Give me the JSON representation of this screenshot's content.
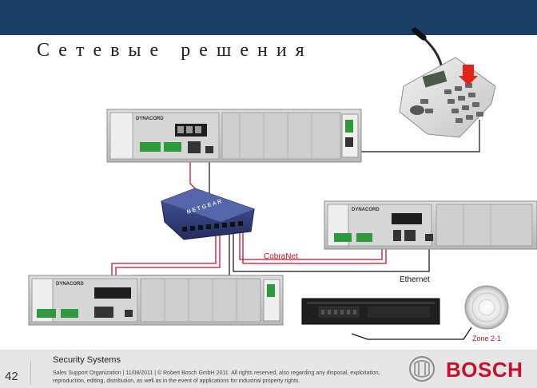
{
  "slide": {
    "title": "Сетевые решения",
    "page_number": "42"
  },
  "labels": {
    "cobranet": "CobraNet",
    "ethernet": "Ethernet",
    "zone": "Zone 2-1"
  },
  "devices": {
    "brand_text": "DYNACORD"
  },
  "footer": {
    "title": "Security Systems",
    "legal": "Sales Support Organization | 11/08/2011 | © Robert Bosch GmbH 2011. All rights reserved, also regarding any disposal, exploitation, reproduction, editing, distribution, as well as in the event of applications for industrial property rights.",
    "brand": "BOSCH"
  },
  "colors": {
    "header": "#1c3f66",
    "accent_red": "#c8102e",
    "switch_blue": "#2e3c78"
  }
}
